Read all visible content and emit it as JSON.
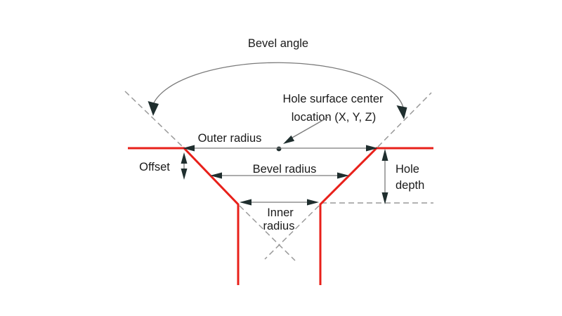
{
  "diagram": {
    "subject": "countersunk-hole-cross-section",
    "labels": {
      "bevel_angle": "Bevel angle",
      "hole_center_line1": "Hole surface center",
      "hole_center_line2": "location (X, Y, Z)",
      "outer_radius": "Outer radius",
      "offset": "Offset",
      "bevel_radius": "Bevel radius",
      "hole_depth_line1": "Hole",
      "hole_depth_line2": "depth",
      "inner_radius_line1": "Inner",
      "inner_radius_line2": "radius"
    },
    "colors": {
      "profile_red": "#e8201a",
      "dimension_gray": "#7a7a7a",
      "dashed_gray": "#9a9a9a",
      "arrow_dark": "#1f2e2e",
      "text_dark": "#1a1a1a",
      "background": "#ffffff"
    }
  }
}
